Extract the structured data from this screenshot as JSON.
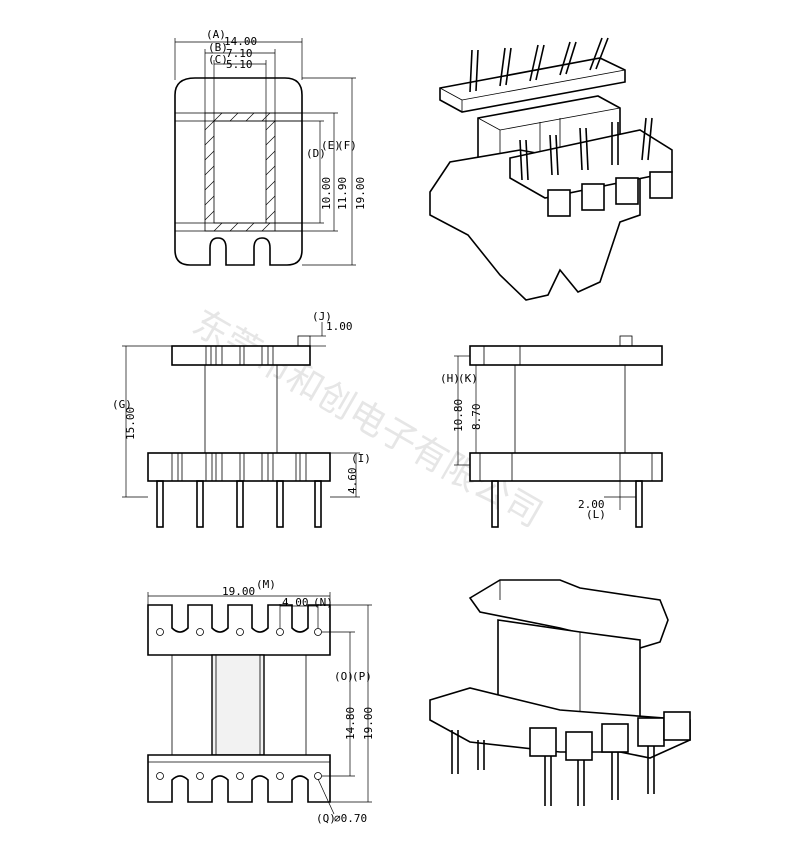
{
  "watermark": "东莞市和创电子有限公司",
  "top_view": {
    "dim_A": {
      "tag": "(A)",
      "value": "14.00"
    },
    "dim_B": {
      "tag": "(B)",
      "value": "7.10"
    },
    "dim_C": {
      "tag": "(C)",
      "value": "5.10"
    },
    "dim_D": {
      "tag": "(D)",
      "value": "10.00"
    },
    "dim_E": {
      "tag": "(E)",
      "value": "11.90"
    },
    "dim_F": {
      "tag": "(F)",
      "value": "19.00"
    }
  },
  "front_view": {
    "dim_J": {
      "tag": "(J)",
      "value": "1.00"
    },
    "dim_G": {
      "tag": "(G)",
      "value": "15.00"
    },
    "dim_I": {
      "tag": "(I)",
      "value": "4.60"
    }
  },
  "side_view": {
    "dim_H": {
      "tag": "(H)",
      "value": "10.80"
    },
    "dim_K": {
      "tag": "(K)",
      "value": "8.70"
    },
    "dim_L": {
      "tag": "(L)",
      "value": "2.00"
    }
  },
  "bottom_view": {
    "dim_M": {
      "tag": "(M)",
      "value": "19.00"
    },
    "dim_N": {
      "tag": "(N)",
      "value": "4.00"
    },
    "dim_O": {
      "tag": "(O)",
      "value": "14.80"
    },
    "dim_P": {
      "tag": "(P)",
      "value": "19.00"
    },
    "dim_Q": {
      "tag": "(Q)",
      "value": "⌀0.70"
    }
  }
}
